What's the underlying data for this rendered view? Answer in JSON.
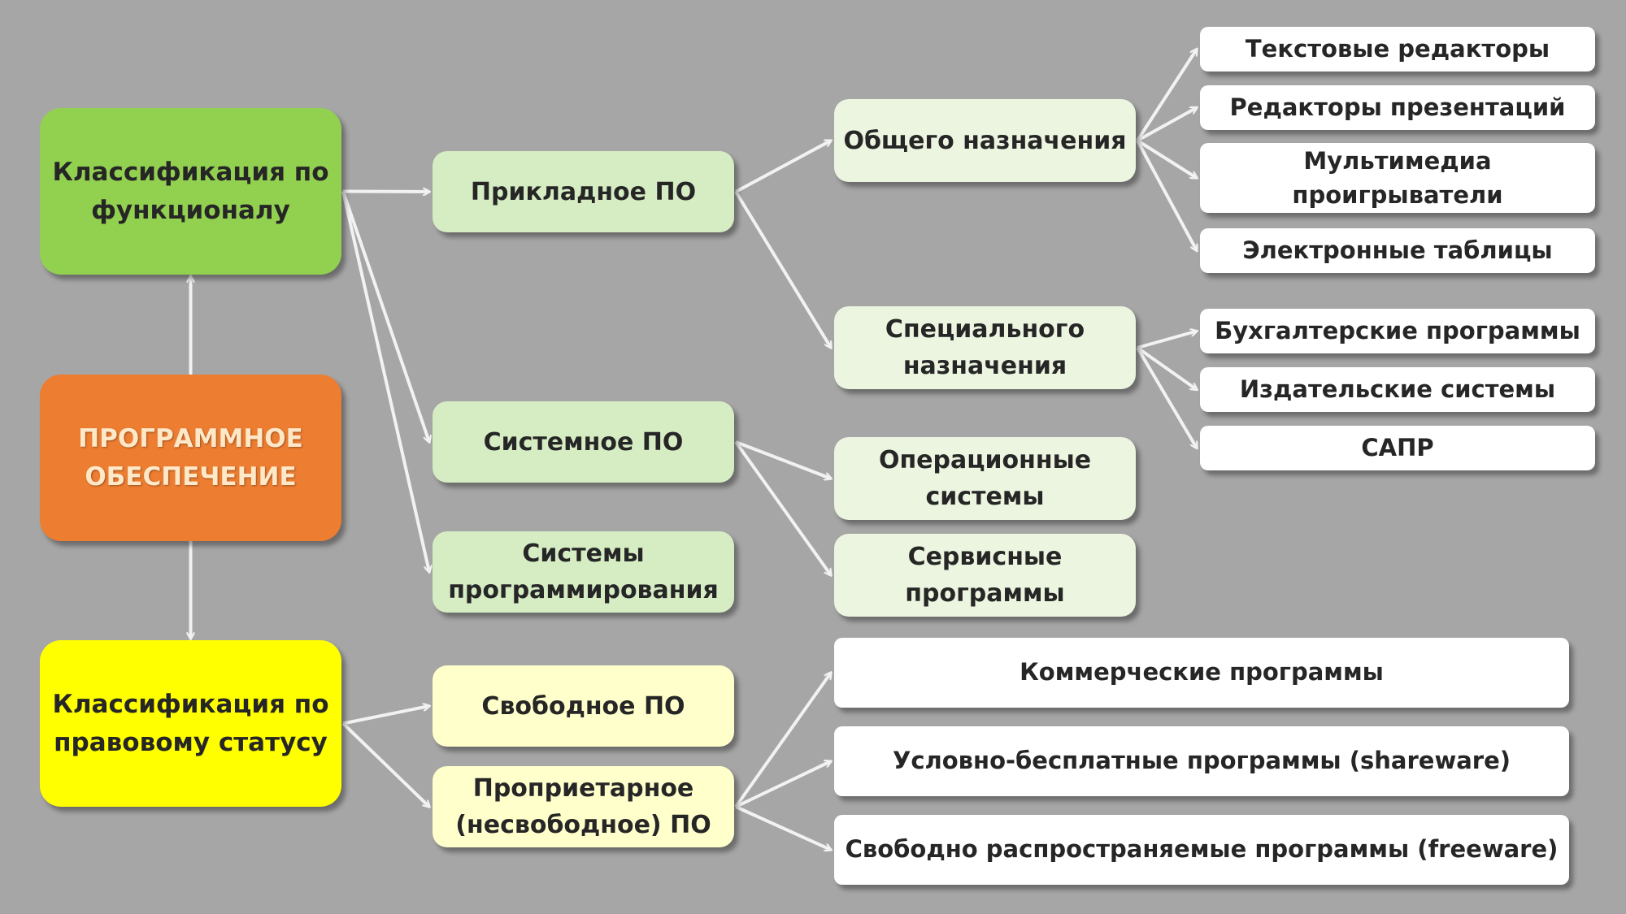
{
  "colors": {
    "background": "#a6a6a6",
    "root": "#ed7d31",
    "functional": "#92d050",
    "legal": "#ffff00",
    "light_green": "#d6edc4",
    "very_light_green": "#ebf5df",
    "light_yellow": "#ffffcc",
    "leaf": "#ffffff",
    "arrow": "#f2f2f2"
  },
  "nodes": {
    "root": "ПРОГРАММНОЕ\nОБЕСПЕЧЕНИЕ",
    "func": "Классификация по\nфункционалу",
    "legal": "Классификация по\nправовому статусу",
    "applied": "Прикладное ПО",
    "system": "Системное ПО",
    "progsys": "Системы\nпрограммирования",
    "general": "Общего назначения",
    "special": "Специального\nназначения",
    "os": "Операционные\nсистемы",
    "service": "Сервисные\nпрограммы",
    "text_editors": "Текстовые редакторы",
    "pres_editors": "Редакторы презентаций",
    "multimedia": "Мультимедиа\nпроигрыватели",
    "spreadsheets": "Электронные таблицы",
    "accounting": "Бухгалтерские программы",
    "publishing": "Издательские системы",
    "cad": "САПР",
    "free": "Свободное ПО",
    "proprietary": "Проприетарное\n(несвободное) ПО",
    "commercial": "Коммерческие программы",
    "shareware": "Условно-бесплатные программы (shareware)",
    "freeware": "Свободно распространяемые программы (freeware)"
  },
  "edges": [
    [
      "root",
      "func"
    ],
    [
      "root",
      "legal"
    ],
    [
      "func",
      "applied"
    ],
    [
      "func",
      "system"
    ],
    [
      "func",
      "progsys"
    ],
    [
      "applied",
      "general"
    ],
    [
      "applied",
      "special"
    ],
    [
      "system",
      "os"
    ],
    [
      "system",
      "service"
    ],
    [
      "general",
      "text_editors"
    ],
    [
      "general",
      "pres_editors"
    ],
    [
      "general",
      "multimedia"
    ],
    [
      "general",
      "spreadsheets"
    ],
    [
      "special",
      "accounting"
    ],
    [
      "special",
      "publishing"
    ],
    [
      "special",
      "cad"
    ],
    [
      "legal",
      "free"
    ],
    [
      "legal",
      "proprietary"
    ],
    [
      "proprietary",
      "commercial"
    ],
    [
      "proprietary",
      "shareware"
    ],
    [
      "proprietary",
      "freeware"
    ]
  ]
}
